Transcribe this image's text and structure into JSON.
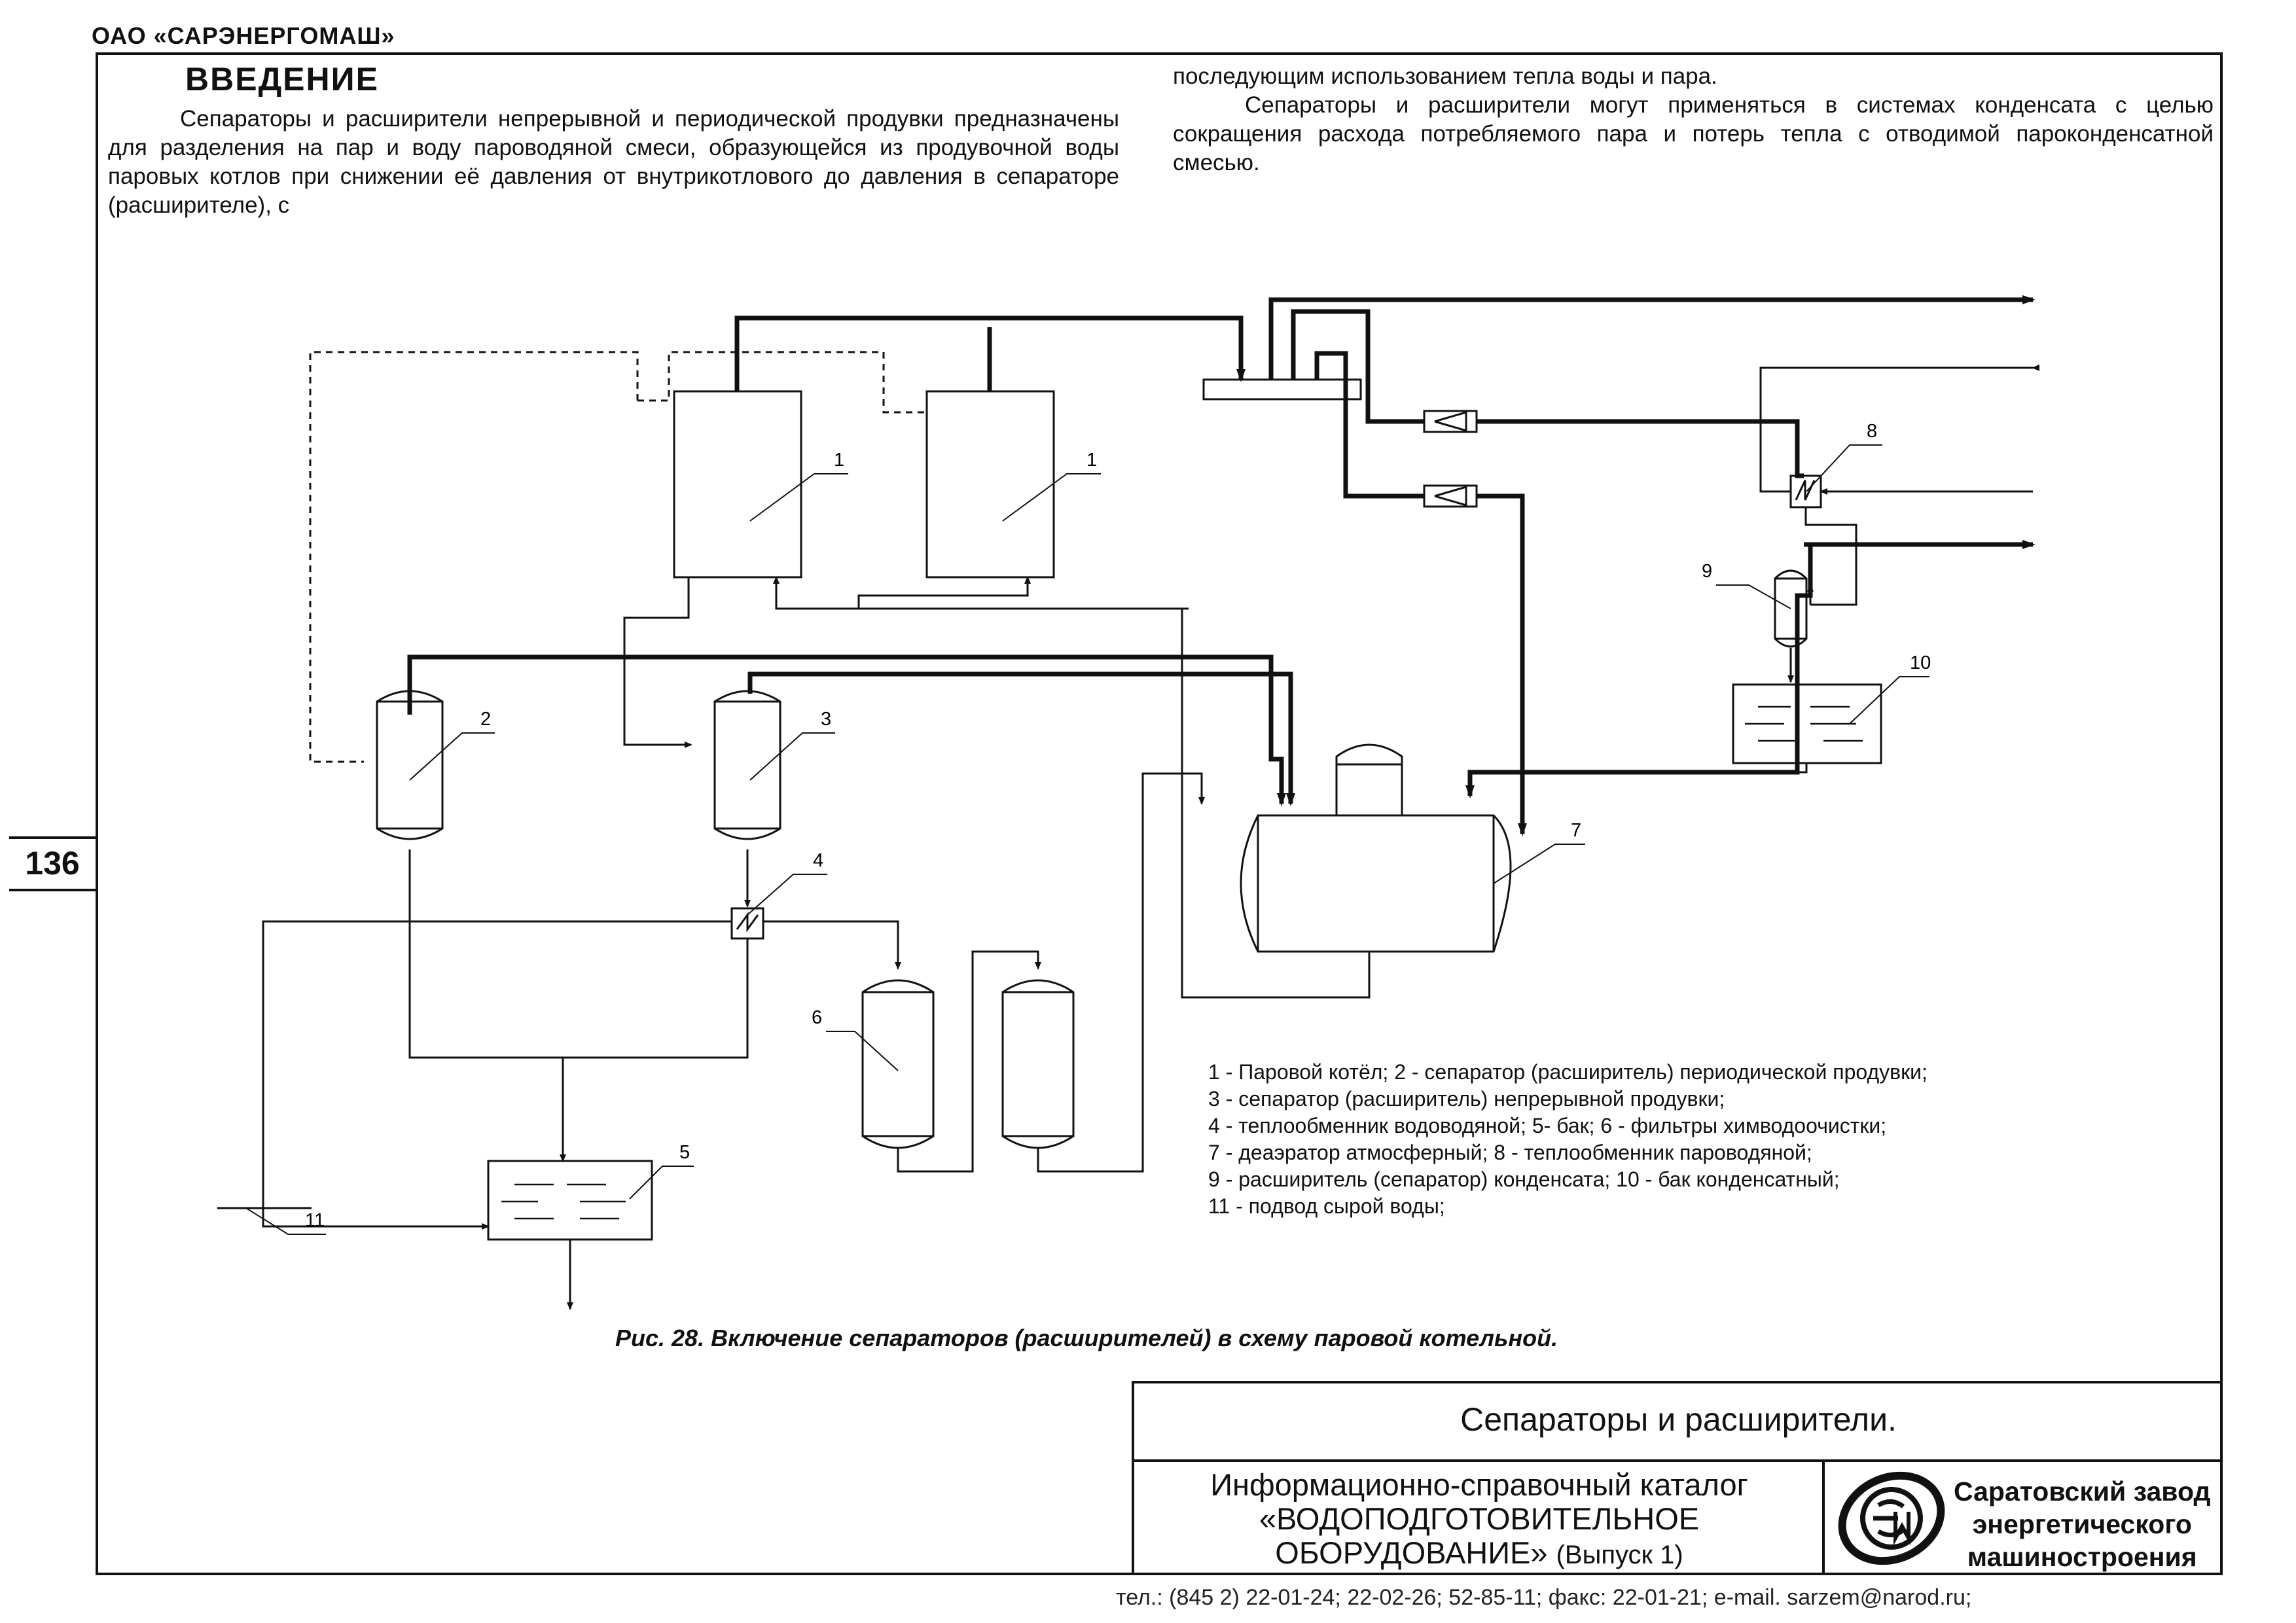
{
  "header": {
    "company": "ОАО «САРЭНЕРГОМАШ»",
    "page_number": "136"
  },
  "intro": {
    "title": "ВВЕДЕНИЕ",
    "left_paragraph": "Сепараторы и расширители непрерывной и периодической продувки предназначены для разделения на пар и воду пароводяной смеси, образующейся из продувочной воды паровых котлов при снижении её давления от внутрикотлового до давления в сепараторе (расширителе), с",
    "right_continuation": "последующим использованием тепла воды и пара.",
    "right_paragraph": "Сепараторы и расширители могут применяться в системах конденсата с целью сокращения расхода потребляемого пара и потерь тепла с отводимой пароконденсатной смесью."
  },
  "diagram": {
    "labels": {
      "boiler_a": "1",
      "boiler_b": "1",
      "periodic_separator": "2",
      "continuous_separator": "3",
      "water_exchanger": "4",
      "tank": "5",
      "filter": "6",
      "deaerator": "7",
      "steam_exchanger": "8",
      "condensate_separator": "9",
      "condensate_tank": "10",
      "raw_water": "11"
    },
    "legend": [
      "1 - Паровой котёл; 2 - сепаратор (расширитель) периодической продувки;",
      "3 - сепаратор (расширитель) непрерывной продувки;",
      "4 - теплообменник водоводяной; 5- бак; 6 - фильтры химводоочистки;",
      "7 - деаэратор атмосферный; 8  - теплообменник пароводяной;",
      "9 - расширитель (сепаратор) конденсата; 10 - бак конденсатный;",
      "11 - подвод сырой воды;"
    ],
    "caption": "Рис. 28. Включение сепараторов (расширителей)  в схему паровой котельной."
  },
  "title_block": {
    "title": "Сепараторы и расширители.",
    "catalog_line1": "Информационно-справочный каталог",
    "catalog_line2": "«ВОДОПОДГОТОВИТЕЛЬНОЕ",
    "catalog_line3": "ОБОРУДОВАНИЕ»",
    "catalog_issue": "(Выпуск 1)",
    "factory_line1": "Саратовский завод",
    "factory_line2": "энергетического",
    "factory_line3": "машиностроения"
  },
  "footer": {
    "contacts": "тел.: (845 2) 22-01-24; 22-02-26; 52-85-11; факс: 22-01-21; e-mail. sarzem@narod.ru;"
  }
}
